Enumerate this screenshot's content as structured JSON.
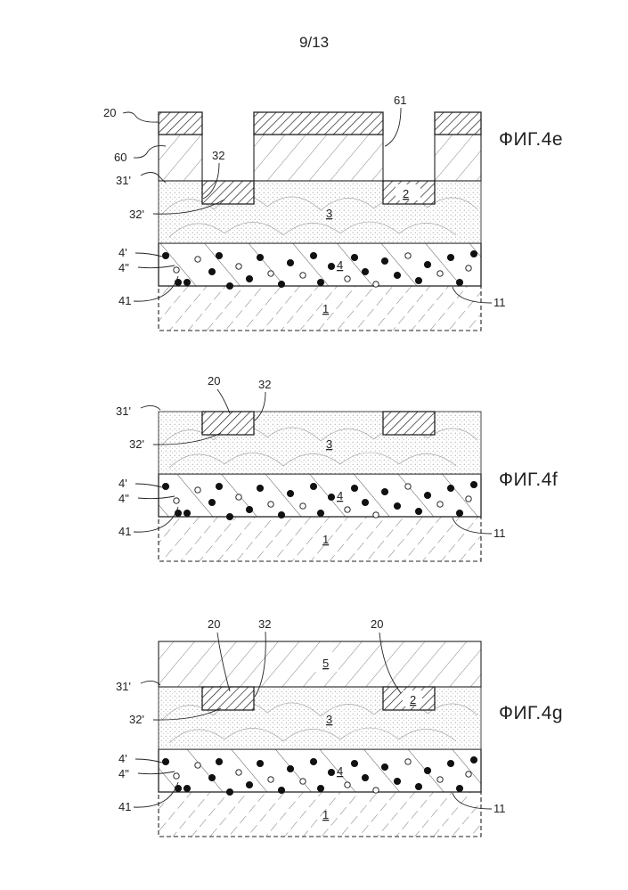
{
  "page_number": "9/13",
  "figures": [
    {
      "title": "ФИГ.4e",
      "labels": {
        "a": "20",
        "b": "60",
        "c": "31'",
        "d": "32",
        "e": "32'",
        "f": "4'",
        "g": "4\"",
        "h": "41",
        "i": "61",
        "j": "11"
      },
      "numbers": {
        "electrode": "2",
        "layer3": "3",
        "layer4": "4",
        "substrate": "1"
      }
    },
    {
      "title": "ФИГ.4f",
      "labels": {
        "a": "20",
        "b": "32",
        "c": "31'",
        "e": "32'",
        "f": "4'",
        "g": "4\"",
        "h": "41",
        "j": "11"
      },
      "numbers": {
        "layer3": "3",
        "layer4": "4",
        "substrate": "1"
      }
    },
    {
      "title": "ФИГ.4g",
      "labels": {
        "a": "20",
        "b": "32",
        "a2": "20",
        "c": "31'",
        "e": "32'",
        "f": "4'",
        "g": "4\"",
        "h": "41",
        "j": "11"
      },
      "numbers": {
        "layer5": "5",
        "electrode": "2",
        "layer3": "3",
        "layer4": "4",
        "substrate": "1"
      }
    }
  ]
}
